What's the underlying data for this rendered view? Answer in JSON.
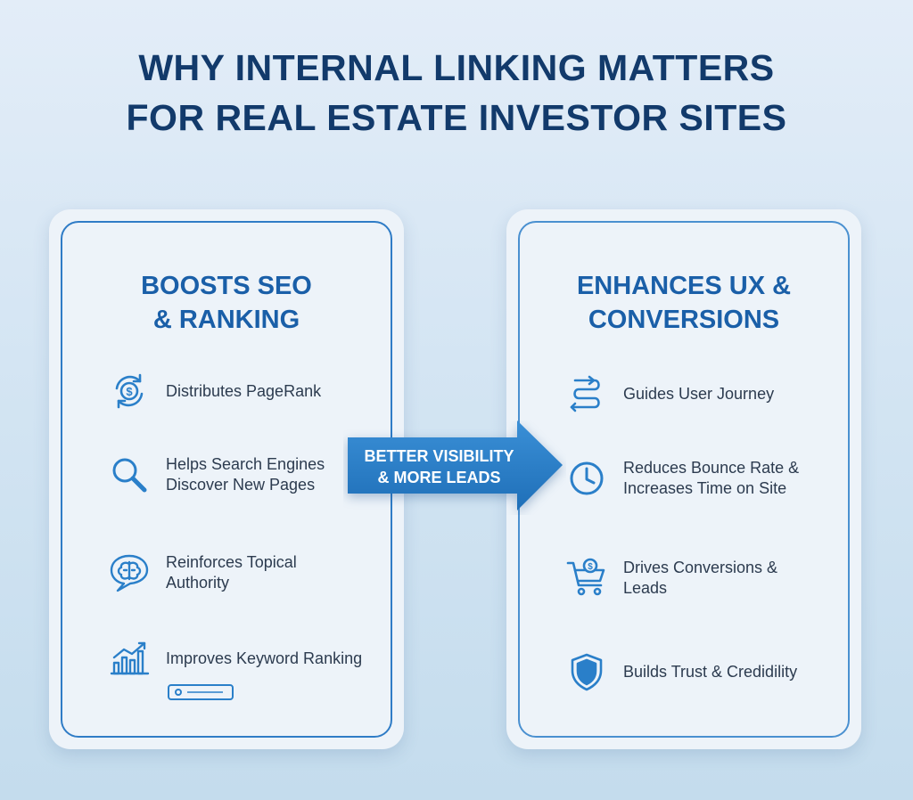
{
  "title": {
    "line1": "WHY INTERNAL LINKING MATTERS",
    "line2": "FOR REAL ESTATE INVESTOR SITES"
  },
  "left_card": {
    "title_line1": "BOOSTS SEO",
    "title_line2": "& RANKING",
    "items": [
      {
        "icon": "dollar-cycle-icon",
        "lines": [
          "Distributes PageRank"
        ]
      },
      {
        "icon": "magnifier-icon",
        "lines": [
          "Helps Search Engines",
          "Discover New Pages"
        ]
      },
      {
        "icon": "brain-speech-icon",
        "lines": [
          "Reinforces Topical",
          "Authority"
        ]
      },
      {
        "icon": "bar-chart-growth-icon",
        "lines": [
          "Improves Keyword Ranking"
        ]
      }
    ]
  },
  "right_card": {
    "title_line1": "ENHANCES UX &",
    "title_line2": "CONVERSIONS",
    "items": [
      {
        "icon": "route-arrows-icon",
        "lines": [
          "Guides User Journey"
        ]
      },
      {
        "icon": "clock-icon",
        "lines": [
          "Reduces Bounce Rate &",
          "Increases Time on Site"
        ]
      },
      {
        "icon": "shopping-cart-dollar-icon",
        "lines": [
          "Drives Conversions &",
          "Leads"
        ]
      },
      {
        "icon": "shield-icon",
        "lines": [
          "Builds Trust & Credidility"
        ]
      }
    ]
  },
  "arrow": {
    "line1": "BETTER VISIBILITY",
    "line2": "& MORE LEADS"
  },
  "colors": {
    "title": "#123a6b",
    "accent": "#2a7fc9",
    "card_border": "#2f7cc6",
    "arrow": "#2a7fc9",
    "text": "#2c3b4f"
  }
}
